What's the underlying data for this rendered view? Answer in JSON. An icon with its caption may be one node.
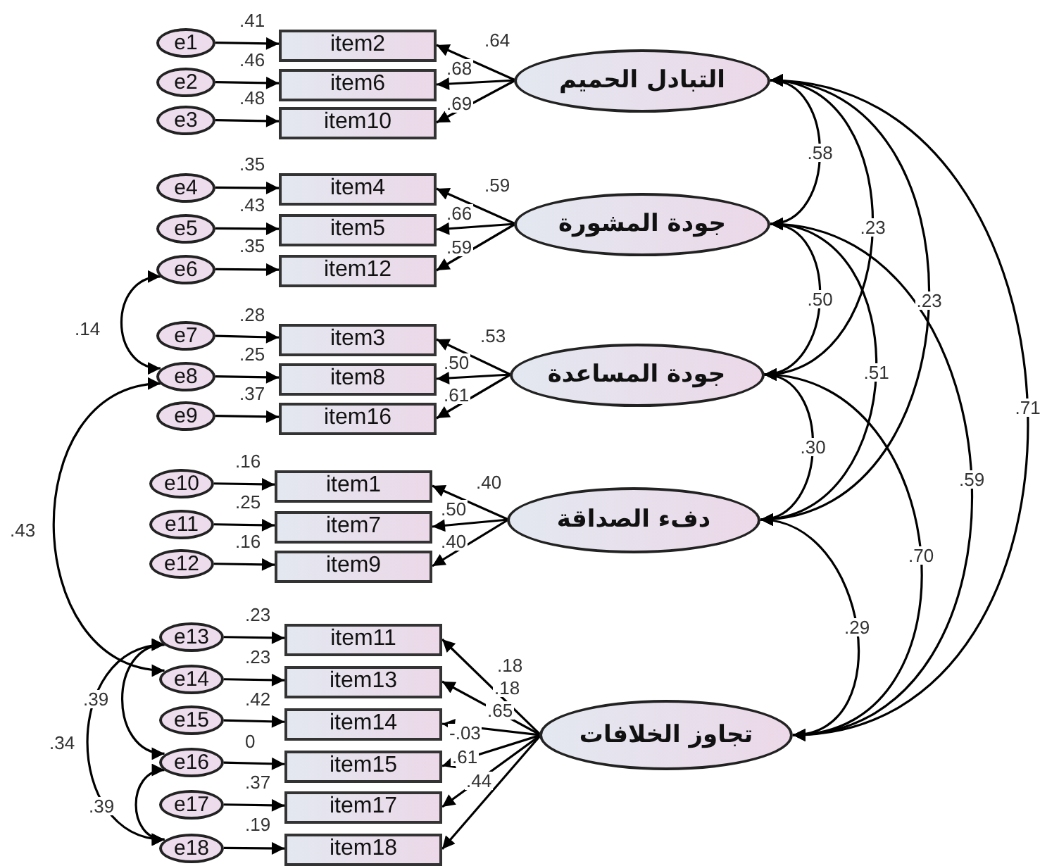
{
  "diagram": {
    "nodes": [
      {
        "text": [
          "e1"
        ]
      },
      {
        "text": [
          "e2"
        ]
      },
      {
        "text": [
          "e3"
        ]
      },
      {
        "text": [
          "e4"
        ]
      },
      {
        "text": [
          "e5"
        ]
      },
      {
        "text": [
          "e6"
        ]
      },
      {
        "text": [
          "e7"
        ]
      },
      {
        "text": [
          "e8"
        ]
      },
      {
        "text": [
          "e9"
        ]
      },
      {
        "text": [
          "e10"
        ]
      },
      {
        "text": [
          "e11"
        ]
      },
      {
        "text": [
          "e12"
        ]
      },
      {
        "text": [
          "e13"
        ]
      },
      {
        "text": [
          "e14"
        ]
      },
      {
        "text": [
          "e15"
        ]
      },
      {
        "text": [
          "e16"
        ]
      },
      {
        "text": [
          "e17"
        ]
      },
      {
        "text": [
          "e18"
        ]
      },
      {
        "text": [
          "item2"
        ],
        "beside": [
          ".41"
        ]
      },
      {
        "text": [
          "item6"
        ],
        "beside": [
          ".46"
        ]
      },
      {
        "text": [
          "item10"
        ],
        "beside": [
          ".48"
        ]
      },
      {
        "text": [
          "item4"
        ],
        "beside": [
          ".35"
        ]
      },
      {
        "text": [
          "item5"
        ],
        "beside": [
          ".43"
        ]
      },
      {
        "text": [
          "item12"
        ],
        "beside": [
          ".35"
        ]
      },
      {
        "text": [
          "item3"
        ],
        "beside": [
          ".28"
        ]
      },
      {
        "text": [
          "item8"
        ],
        "beside": [
          ".25"
        ]
      },
      {
        "text": [
          "item16"
        ],
        "beside": [
          ".37"
        ]
      },
      {
        "text": [
          "item1"
        ],
        "beside": [
          ".16"
        ]
      },
      {
        "text": [
          "item7"
        ],
        "beside": [
          ".25"
        ]
      },
      {
        "text": [
          "item9"
        ],
        "beside": [
          ".16"
        ]
      },
      {
        "text": [
          "item11"
        ],
        "beside": [
          ".23"
        ]
      },
      {
        "text": [
          "item13"
        ],
        "beside": [
          ".23"
        ]
      },
      {
        "text": [
          "item14"
        ],
        "beside": [
          ".42"
        ]
      },
      {
        "text": [
          "item15"
        ],
        "beside": [
          "0"
        ]
      },
      {
        "text": [
          "item17"
        ],
        "beside": [
          ".37"
        ]
      },
      {
        "text": [
          "item18"
        ],
        "beside": [
          ".19"
        ]
      },
      {
        "text": [
          "التبادل الحميم"
        ]
      },
      {
        "text": [
          "جودة المشورة"
        ]
      },
      {
        "text": [
          "جودة المساعدة"
        ]
      },
      {
        "text": [
          "دفء الصداقة"
        ]
      },
      {
        "text": [
          "تجاوز الخلافات"
        ]
      }
    ],
    "edges": [
      {
        "from": 0,
        "to": 18,
        "arrow": "to"
      },
      {
        "from": 1,
        "to": 19,
        "arrow": "to"
      },
      {
        "from": 2,
        "to": 20,
        "arrow": "to"
      },
      {
        "from": 3,
        "to": 21,
        "arrow": "to"
      },
      {
        "from": 4,
        "to": 22,
        "arrow": "to"
      },
      {
        "from": 5,
        "to": 23,
        "arrow": "to"
      },
      {
        "from": 6,
        "to": 24,
        "arrow": "to"
      },
      {
        "from": 7,
        "to": 25,
        "arrow": "to"
      },
      {
        "from": 8,
        "to": 26,
        "arrow": "to"
      },
      {
        "from": 9,
        "to": 27,
        "arrow": "to"
      },
      {
        "from": 10,
        "to": 28,
        "arrow": "to"
      },
      {
        "from": 11,
        "to": 29,
        "arrow": "to"
      },
      {
        "from": 12,
        "to": 30,
        "arrow": "to"
      },
      {
        "from": 13,
        "to": 31,
        "arrow": "to"
      },
      {
        "from": 14,
        "to": 32,
        "arrow": "to"
      },
      {
        "from": 15,
        "to": 33,
        "arrow": "to"
      },
      {
        "from": 16,
        "to": 34,
        "arrow": "to"
      },
      {
        "from": 17,
        "to": 35,
        "arrow": "to"
      },
      {
        "from": 36,
        "to": 18,
        "arrow": "to",
        "label": ".64"
      },
      {
        "from": 36,
        "to": 19,
        "arrow": "to",
        "label": ".68"
      },
      {
        "from": 36,
        "to": 20,
        "arrow": "to",
        "label": ".69"
      },
      {
        "from": 37,
        "to": 21,
        "arrow": "to",
        "label": ".59"
      },
      {
        "from": 37,
        "to": 22,
        "arrow": "to",
        "label": ".66"
      },
      {
        "from": 37,
        "to": 23,
        "arrow": "to",
        "label": ".59"
      },
      {
        "from": 38,
        "to": 24,
        "arrow": "to",
        "label": ".53"
      },
      {
        "from": 38,
        "to": 25,
        "arrow": "to",
        "label": ".50"
      },
      {
        "from": 38,
        "to": 26,
        "arrow": "to",
        "label": ".61"
      },
      {
        "from": 39,
        "to": 27,
        "arrow": "to",
        "label": ".40"
      },
      {
        "from": 39,
        "to": 28,
        "arrow": "to",
        "label": ".50"
      },
      {
        "from": 39,
        "to": 29,
        "arrow": "to",
        "label": ".40"
      },
      {
        "from": 40,
        "to": 30,
        "arrow": "to",
        "label": ".18"
      },
      {
        "from": 40,
        "to": 31,
        "arrow": "to",
        "label": ".18"
      },
      {
        "from": 40,
        "to": 32,
        "arrow": "to",
        "label": ".65"
      },
      {
        "from": 40,
        "to": 33,
        "arrow": "to",
        "label": "-.03"
      },
      {
        "from": 40,
        "to": 34,
        "arrow": "to",
        "label": ".61"
      },
      {
        "from": 40,
        "to": 35,
        "arrow": "to",
        "label": ".44"
      },
      {
        "from": 36,
        "to": 37,
        "arrow": "both",
        "label": ".58"
      },
      {
        "from": 36,
        "to": 38,
        "arrow": "both",
        "label": ".23"
      },
      {
        "from": 37,
        "to": 38,
        "arrow": "both",
        "label": ".50"
      },
      {
        "from": 36,
        "to": 39,
        "arrow": "both",
        "label": ".23"
      },
      {
        "from": 37,
        "to": 39,
        "arrow": "both",
        "label": ".51"
      },
      {
        "from": 36,
        "to": 40,
        "arrow": "both",
        "label": ".71"
      },
      {
        "from": 38,
        "to": 39,
        "arrow": "both",
        "label": ".30"
      },
      {
        "from": 38,
        "to": 40,
        "arrow": "both",
        "label": ".70"
      },
      {
        "from": 37,
        "to": 40,
        "arrow": "both",
        "label": ".59"
      },
      {
        "from": 39,
        "to": 40,
        "arrow": "both",
        "label": ".29"
      },
      {
        "from": 5,
        "to": 7,
        "arrow": "both",
        "label": ".14"
      },
      {
        "from": 7,
        "to": 13,
        "arrow": "both",
        "label": ".43"
      },
      {
        "from": 12,
        "to": 15,
        "arrow": "both",
        "label": ".39"
      },
      {
        "from": 12,
        "to": 17,
        "arrow": "both",
        "label": ".34"
      },
      {
        "from": 15,
        "to": 17,
        "arrow": "both",
        "label": ".39"
      }
    ]
  }
}
